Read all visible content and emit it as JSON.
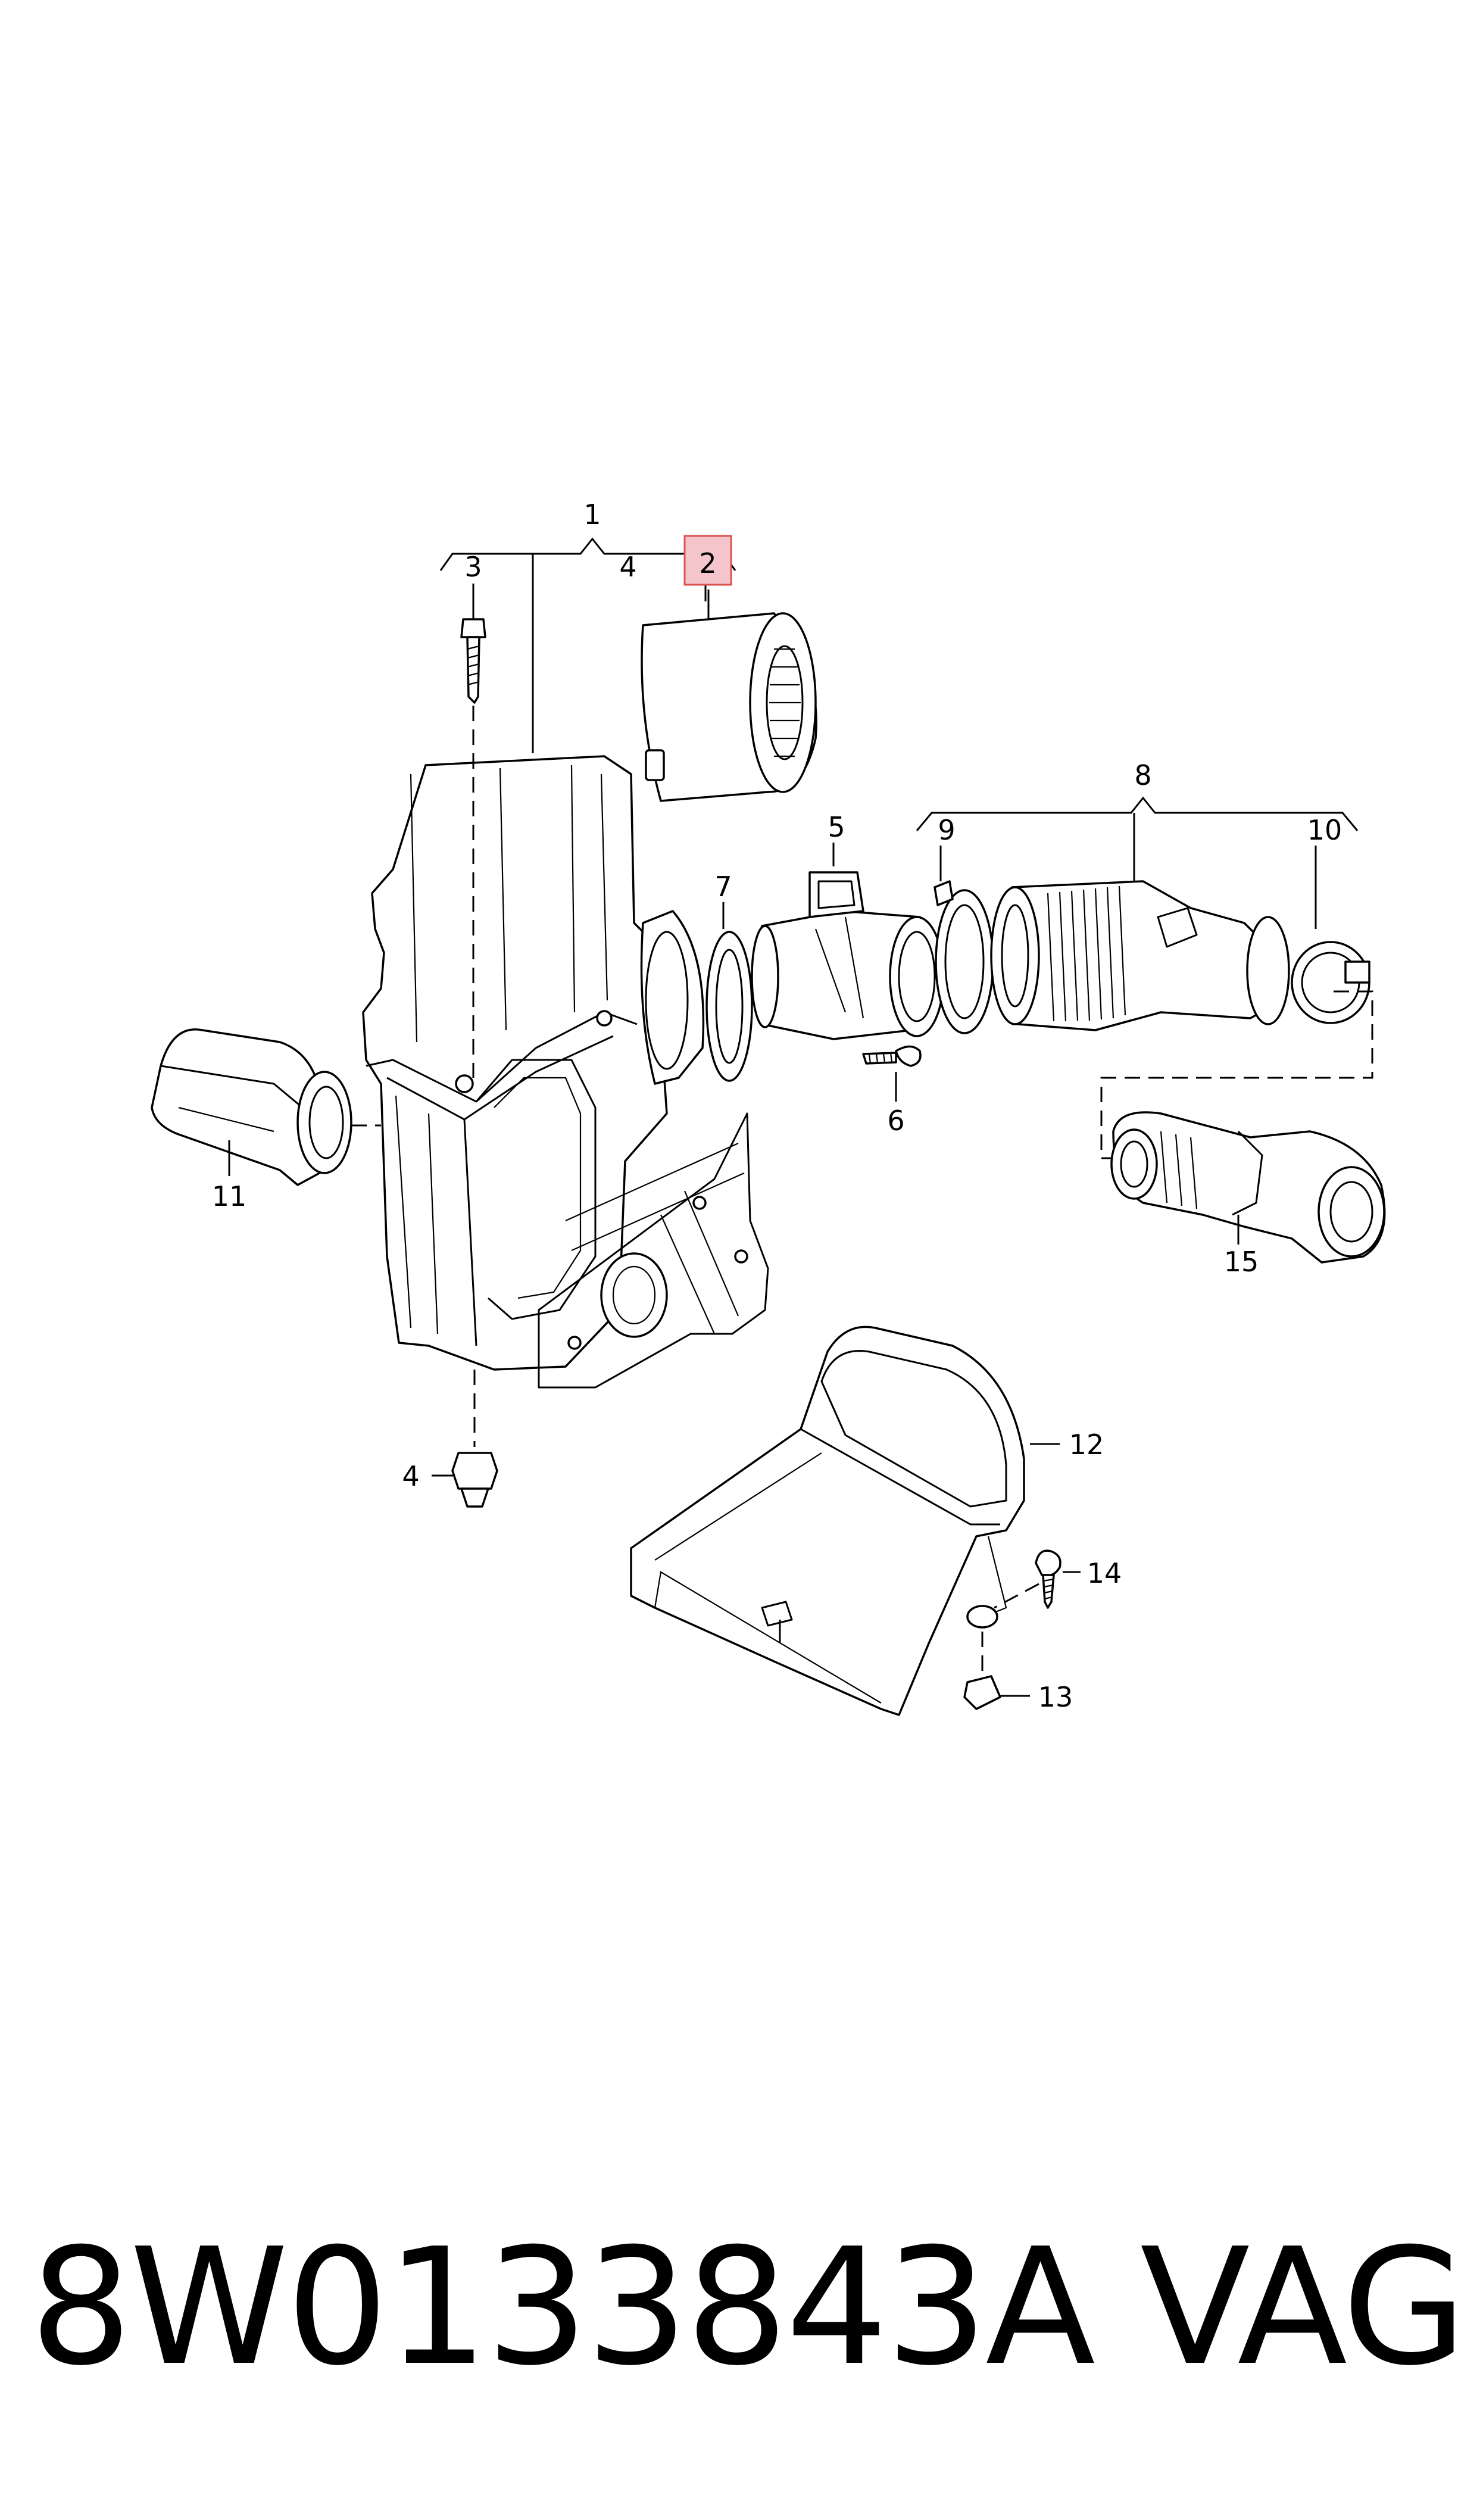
{
  "diagram": {
    "callouts": {
      "c1": "1",
      "c2": "2",
      "c3": "3",
      "c4_top": "4",
      "c4_bottom": "4",
      "c5": "5",
      "c6": "6",
      "c7": "7",
      "c8": "8",
      "c9": "9",
      "c10": "10",
      "c11": "11",
      "c12": "12",
      "c13": "13",
      "c14": "14",
      "c15": "15"
    },
    "highlighted_callout": "2",
    "highlight_color": "#f4c6cc",
    "highlight_border": "#d9534f"
  },
  "footer": {
    "part_number": "8W0133843A",
    "brand": "VAG"
  }
}
